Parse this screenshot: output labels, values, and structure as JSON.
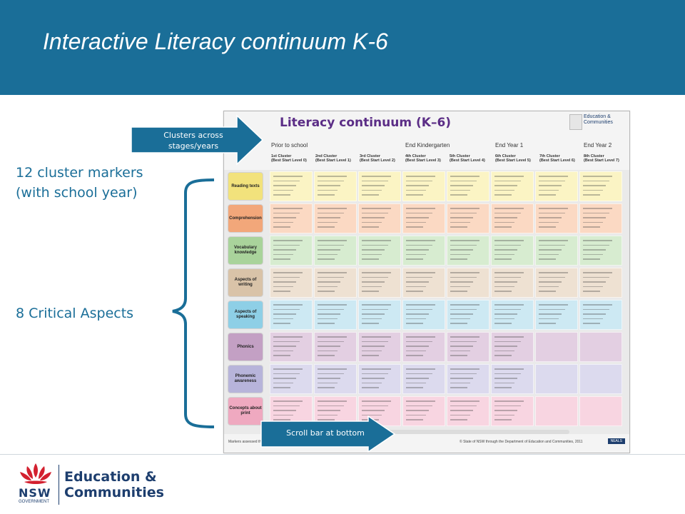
{
  "slide": {
    "title": "Interactive Literacy continuum K-6"
  },
  "labels": {
    "cluster_markers_line1": "12 cluster markers",
    "cluster_markers_line2": "(with school year)",
    "critical_aspects": "8 Critical Aspects"
  },
  "callouts": {
    "clusters_line1": "Clusters across",
    "clusters_line2": "stages/years",
    "scroll": "Scroll bar at bottom"
  },
  "screenshot": {
    "title": "Literacy continuum (K–6)",
    "logo_text_1": "Education &",
    "logo_text_2": "Communities",
    "stages": [
      "Prior to school",
      "End Kindergarten",
      "End Year 1",
      "End Year 2"
    ],
    "clusters": [
      {
        "name": "1st Cluster",
        "sub": "(Best Start Level 0)"
      },
      {
        "name": "2nd Cluster",
        "sub": "(Best Start Level 1)"
      },
      {
        "name": "3rd Cluster",
        "sub": "(Best Start Level 2)"
      },
      {
        "name": "4th Cluster",
        "sub": "(Best Start Level 3)"
      },
      {
        "name": "5th Cluster",
        "sub": "(Best Start Level 4)"
      },
      {
        "name": "6th Cluster",
        "sub": "(Best Start Level 5)"
      },
      {
        "name": "7th Cluster",
        "sub": "(Best Start Level 6)"
      },
      {
        "name": "8th Cluster",
        "sub": "(Best Start Level 7)"
      }
    ],
    "aspects": [
      {
        "label": "Reading texts",
        "color": "#f2e27c",
        "cell": "#fbf4c4"
      },
      {
        "label": "Comprehension",
        "color": "#f2a77a",
        "cell": "#fbd9c3"
      },
      {
        "label": "Vocabulary knowledge",
        "color": "#a9d39b",
        "cell": "#d7ecd0"
      },
      {
        "label": "Aspects of writing",
        "color": "#d9c3a8",
        "cell": "#eee1d2"
      },
      {
        "label": "Aspects of speaking",
        "color": "#8ecfe6",
        "cell": "#cde9f3"
      },
      {
        "label": "Phonics",
        "color": "#c3a0c4",
        "cell": "#e3cfe2"
      },
      {
        "label": "Phonemic awareness",
        "color": "#b7b4da",
        "cell": "#dcdaee"
      },
      {
        "label": "Concepts about print",
        "color": "#efa9c0",
        "cell": "#f8d5e1"
      }
    ],
    "footer_left": "Markers assessed through ‘Best Start: Kindergarten literacy assessment’.",
    "footer_right": "© State of NSW through the Department of Education and Communities, 2011",
    "footer_badge": "NEALS"
  },
  "brand": {
    "org_line1": "Education &",
    "org_line2": "Communities",
    "short": "NSW",
    "sub": "GOVERNMENT",
    "colors": {
      "blue": "#1a6e98",
      "navy": "#1d3e6e",
      "red": "#d3202f"
    }
  }
}
